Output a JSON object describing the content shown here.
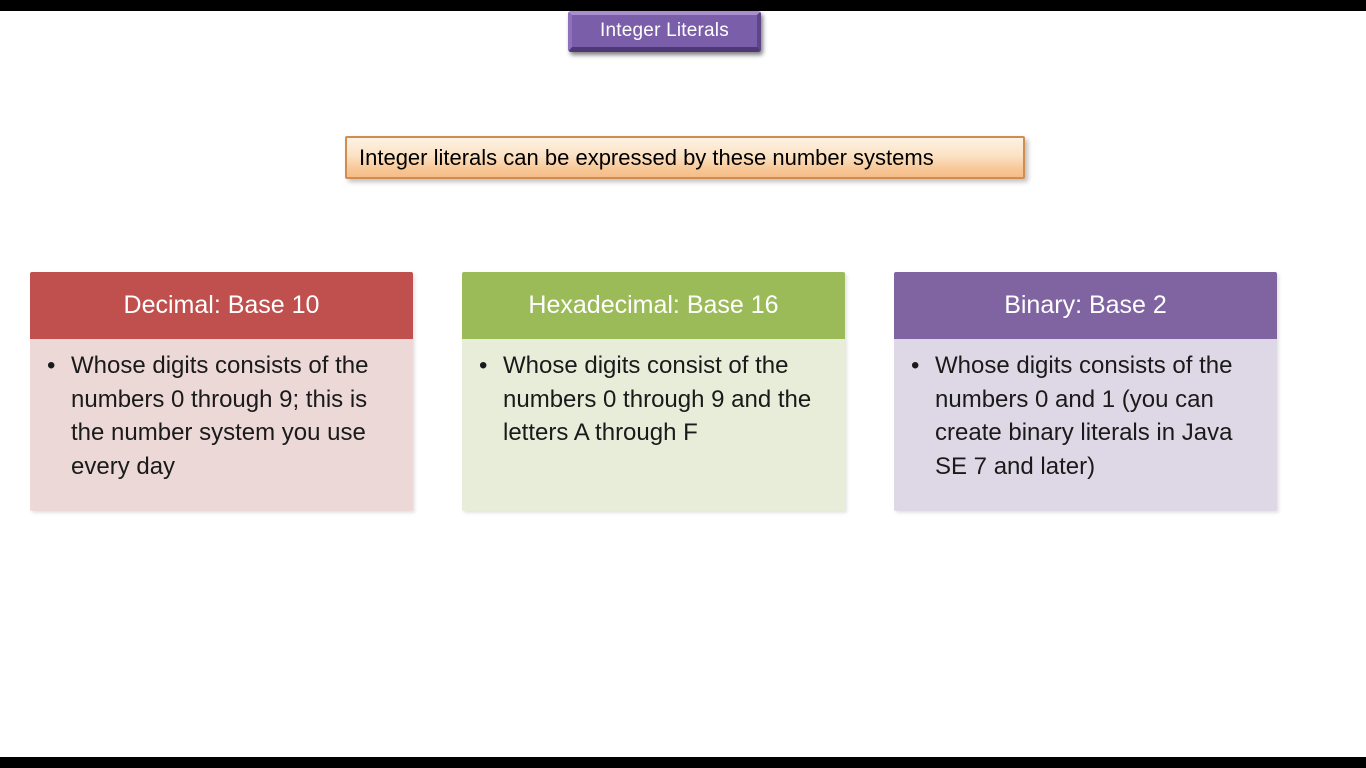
{
  "slide": {
    "title_button": {
      "label": "Integer Literals"
    },
    "banner": {
      "text": "Integer literals can be expressed by these number systems"
    },
    "bullet_glyph": "•",
    "cards": [
      {
        "header": "Decimal: Base 10",
        "bullet": "Whose digits consists of the numbers 0 through 9; this is the number system you use every day",
        "header_color": "#c0504d",
        "body_color": "#ebd8d7"
      },
      {
        "header": "Hexadecimal: Base 16",
        "bullet": "Whose digits consist of the numbers 0 through 9 and the letters A through F",
        "header_color": "#9bbb59",
        "body_color": "#e8edda"
      },
      {
        "header": "Binary: Base 2",
        "bullet": "Whose digits consists of the numbers 0 and 1 (you can create binary literals in Java SE 7 and later)",
        "header_color": "#8064a2",
        "body_color": "#ded8e6"
      }
    ],
    "colors": {
      "title_button_bg": "#7b5ea9",
      "title_button_bevel_light": "#a98fce",
      "title_button_bevel_dark": "#4e3876",
      "banner_border": "#d18d4f",
      "banner_gradient_top": "#fdf2e4",
      "banner_gradient_bottom": "#f5bd8a",
      "letterbox": "#000000",
      "slide_bg": "#ffffff",
      "body_text": "#1a1a1a",
      "header_text": "#ffffff"
    }
  }
}
